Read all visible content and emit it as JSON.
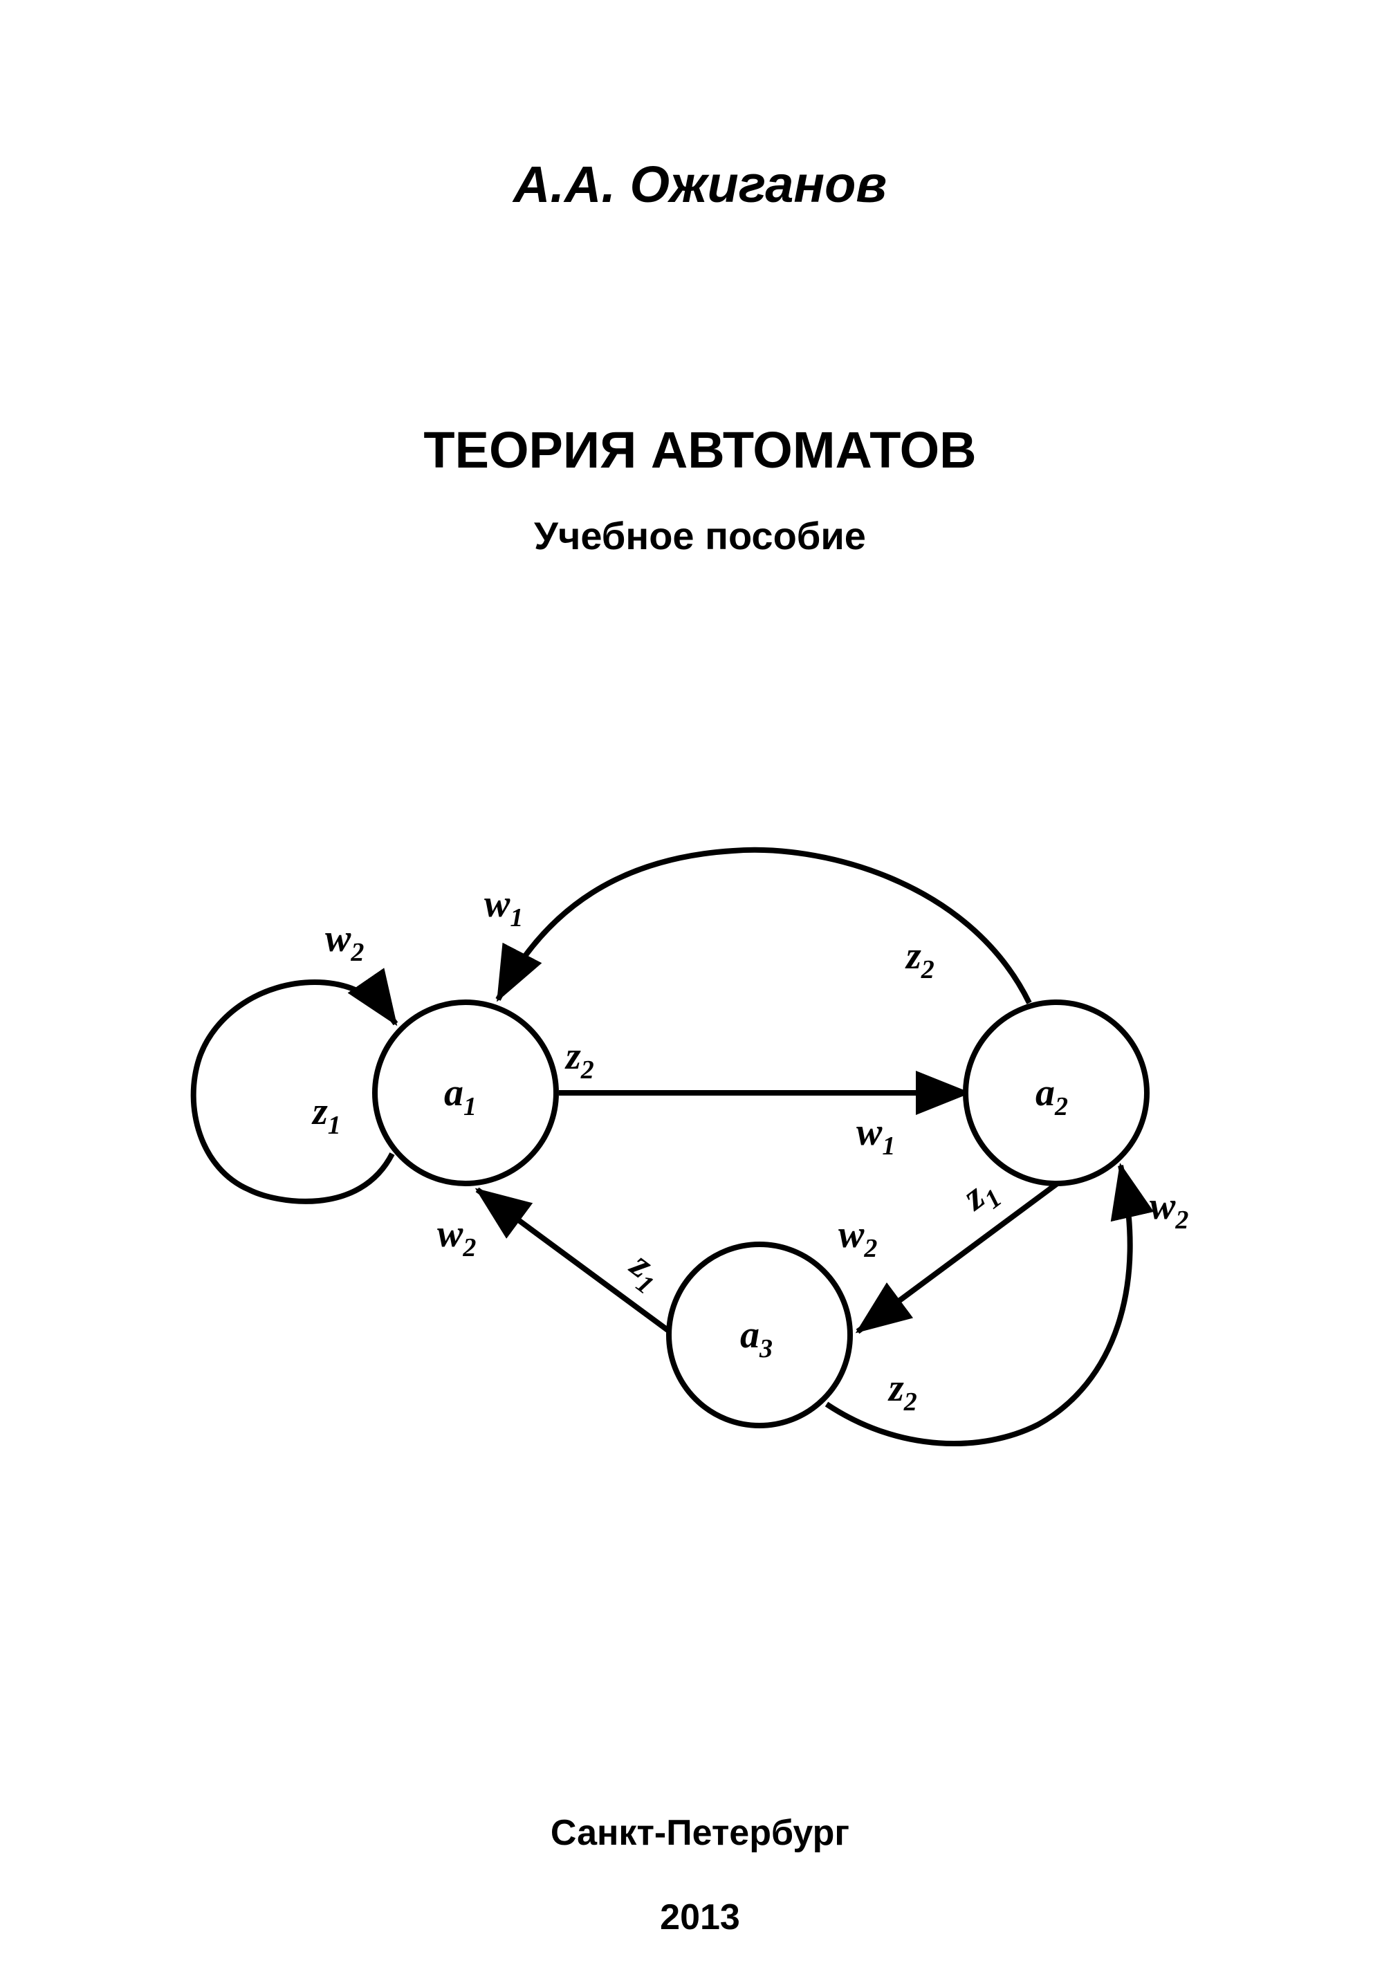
{
  "author": "А.А. Ожиганов",
  "title": "ТЕОРИЯ АВТОМАТОВ",
  "subtitle": "Учебное пособие",
  "city": "Санкт-Петербург",
  "year": "2013",
  "diagram": {
    "states": [
      {
        "id": "a1",
        "letter": "a",
        "index": "1"
      },
      {
        "id": "a2",
        "letter": "a",
        "index": "2"
      },
      {
        "id": "a3",
        "letter": "a",
        "index": "3"
      }
    ],
    "transitions": [
      {
        "from": "a1",
        "to": "a1",
        "input": "z1",
        "output": "w2"
      },
      {
        "from": "a1",
        "to": "a2",
        "input": "z2",
        "output": "w1"
      },
      {
        "from": "a2",
        "to": "a1",
        "input": "z2",
        "output": "w1"
      },
      {
        "from": "a2",
        "to": "a3",
        "input": "z1",
        "output": "w2"
      },
      {
        "from": "a3",
        "to": "a1",
        "input": "z1",
        "output": "w2"
      },
      {
        "from": "a3",
        "to": "a2",
        "input": "z2",
        "output": "w2"
      }
    ],
    "labels": {
      "w": "w",
      "z": "z",
      "sub1": "1",
      "sub2": "2"
    }
  }
}
